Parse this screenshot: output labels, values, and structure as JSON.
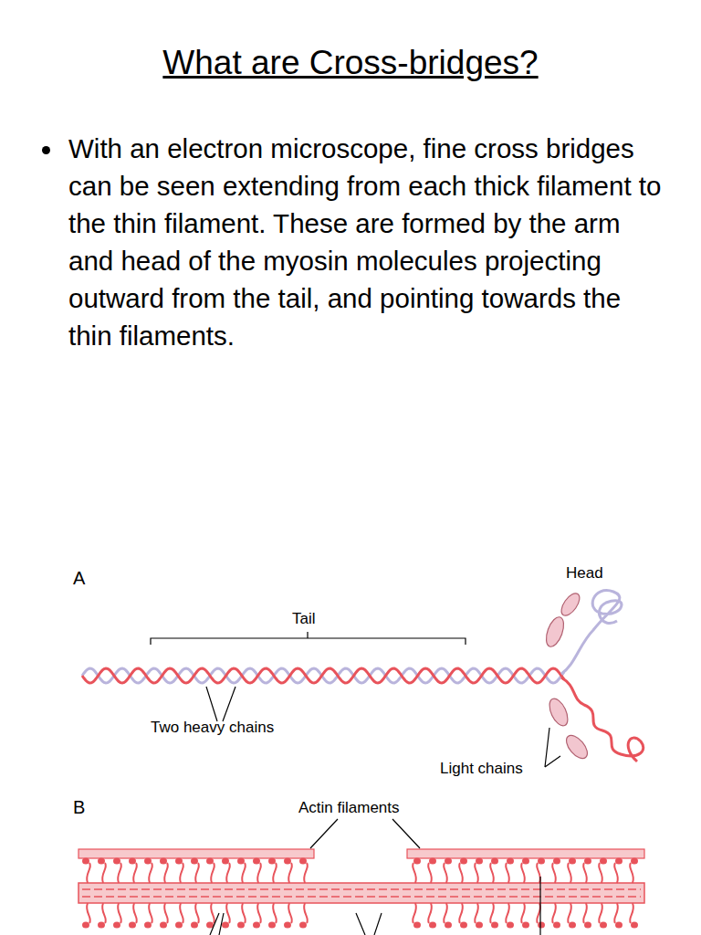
{
  "diagram": {
    "title": "What are Cross-bridges?",
    "labels": [
      "With an electron microscope, fine cross bridges can be seen extending from each thick filament to the thin filament. These are formed by the arm and head of the myosin molecules projecting outward from the tail, and pointing towards the thin filaments.",
      "A",
      "Head",
      "Tail",
      "Two heavy chains",
      "Light chains",
      "B",
      "Actin filaments"
    ]
  }
}
